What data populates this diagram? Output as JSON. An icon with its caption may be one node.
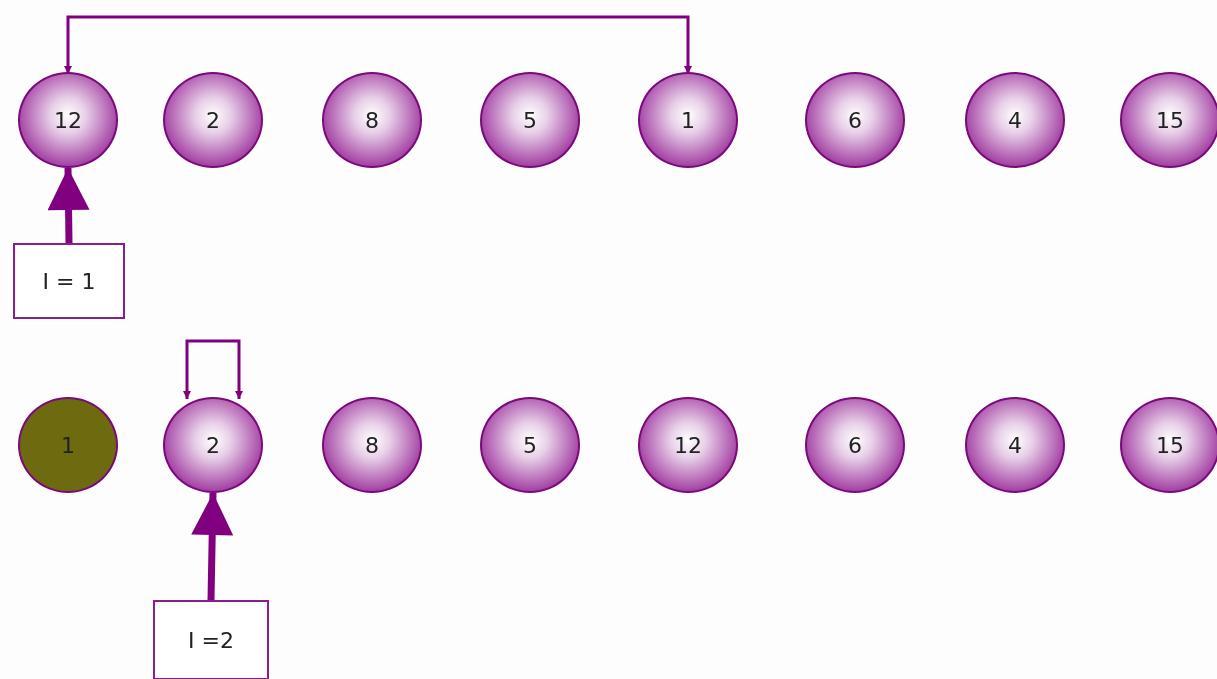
{
  "diagram": {
    "nodes": [
      {
        "text": [
          "12"
        ]
      },
      {
        "text": [
          "2"
        ]
      },
      {
        "text": [
          "8"
        ]
      },
      {
        "text": [
          "5"
        ]
      },
      {
        "text": [
          "1"
        ]
      },
      {
        "text": [
          "6"
        ]
      },
      {
        "text": [
          "4"
        ]
      },
      {
        "text": [
          "15"
        ]
      },
      {
        "text": [
          "I = 1"
        ]
      },
      {
        "text": [
          "1"
        ]
      },
      {
        "text": [
          "2"
        ]
      },
      {
        "text": [
          "8"
        ]
      },
      {
        "text": [
          "5"
        ]
      },
      {
        "text": [
          "12"
        ]
      },
      {
        "text": [
          "6"
        ]
      },
      {
        "text": [
          "4"
        ]
      },
      {
        "text": [
          "15"
        ]
      },
      {
        "text": [
          "I =2"
        ]
      }
    ],
    "edges": [
      {
        "from": 4,
        "to": 0,
        "arrow": "both"
      },
      {
        "from": 8,
        "to": 0,
        "arrow": "to",
        "style": "thick"
      },
      {
        "from": 10,
        "to": 10,
        "arrow": "both"
      },
      {
        "from": 17,
        "to": 10,
        "arrow": "to",
        "style": "thick"
      }
    ]
  }
}
